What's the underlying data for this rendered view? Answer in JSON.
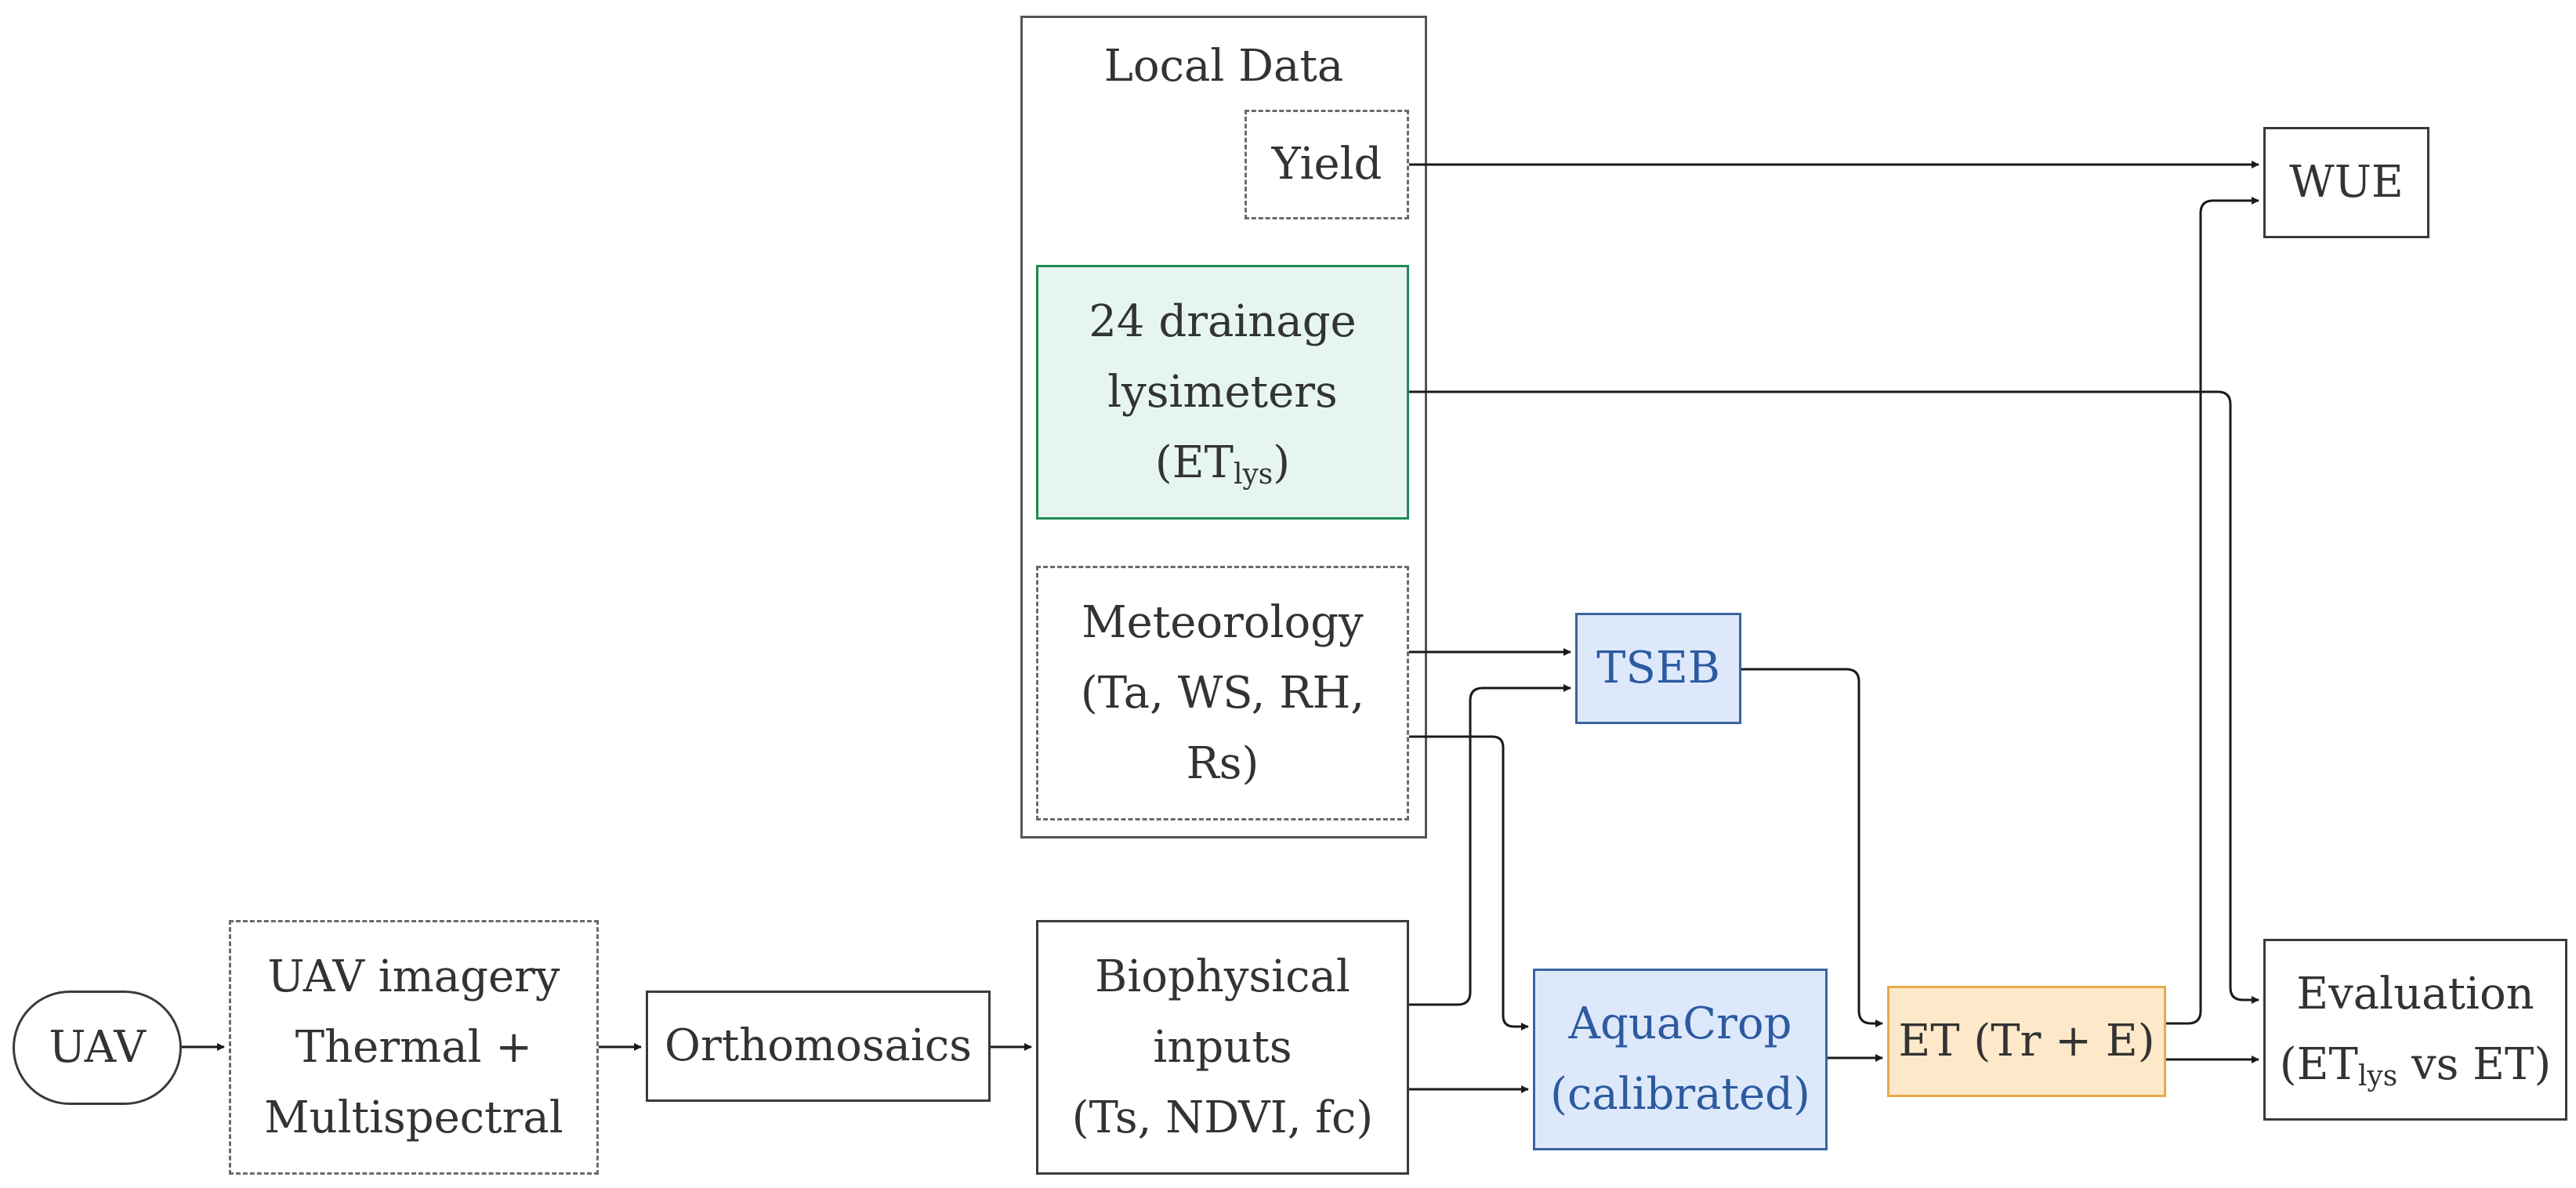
{
  "local_data": {
    "title": "Local Data",
    "yield": "Yield",
    "lysimeters": {
      "line1": "24 drainage",
      "line2": "lysimeters",
      "line3_prefix": "(ET",
      "line3_sub": "lys",
      "line3_suffix": ")"
    },
    "meteorology": {
      "line1": "Meteorology",
      "line2": "(Ta, WS, RH,",
      "line3": "Rs)"
    }
  },
  "nodes": {
    "uav": "UAV",
    "uav_imagery": {
      "line1": "UAV imagery",
      "line2": "Thermal +",
      "line3": "Multispectral"
    },
    "orthomosaics": "Orthomosaics",
    "biophysical": {
      "line1": "Biophysical",
      "line2": "inputs",
      "line3": "(Ts, NDVI, fc)"
    },
    "tseb": "TSEB",
    "aquacrop": {
      "line1": "AquaCrop",
      "line2": "(calibrated)"
    },
    "et": "ET (Tr + E)",
    "wue": "WUE",
    "evaluation": {
      "line1": "Evaluation",
      "line2_prefix": "(ET",
      "line2_sub": "lys",
      "line2_suffix": " vs ET)"
    }
  },
  "colors": {
    "line": "#1a1a1a",
    "lysimeter_fill": "#e6f6ee",
    "lysimeter_border": "#1f8a57",
    "model_fill": "#dde9fb",
    "model_border": "#3a64a0",
    "et_fill": "#fde9c9",
    "et_border": "#e8a94a"
  }
}
